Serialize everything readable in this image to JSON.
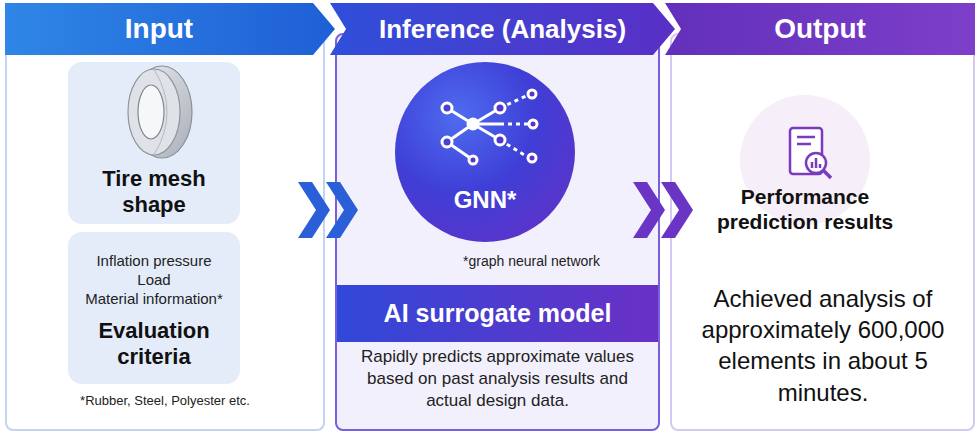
{
  "diagram": {
    "nodes": [
      {
        "text": [
          "Input",
          "*Rubber, Steel, Polyester etc."
        ]
      },
      {
        "text": [
          "Tire mesh shape"
        ],
        "in": 0
      },
      {
        "text": [
          "Inflation pressure",
          "Load",
          "Material information*",
          "Evaluation criteria"
        ],
        "in": 0
      },
      {
        "text": [
          "Inference (Analysis)",
          "*graph neural network",
          "Rapidly predicts approximate values based on past analysis results and actual design data."
        ]
      },
      {
        "text": [
          "GNN*"
        ],
        "in": 3
      },
      {
        "text": [
          "AI surrogate model"
        ],
        "in": 3
      },
      {
        "text": [
          "Output",
          "Achieved analysis of approximately 600,000 elements in about 5 minutes."
        ]
      },
      {
        "text": [
          "Performance prediction results"
        ],
        "in": 6
      }
    ],
    "edges": [
      {
        "from": 0,
        "to": 3,
        "arrow": "to"
      },
      {
        "from": 3,
        "to": 6,
        "arrow": "to"
      }
    ]
  }
}
